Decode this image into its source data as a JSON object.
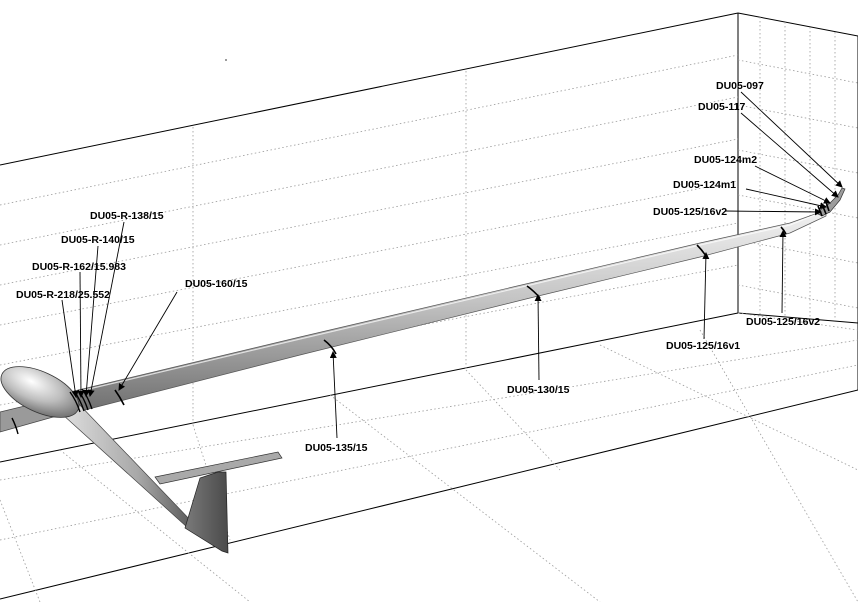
{
  "labels": {
    "du05_097": "DU05-097",
    "du05_117": "DU05-117",
    "du05_124m2": "DU05-124m2",
    "du05_124m1": "DU05-124m1",
    "du05_125_16v2_tip": "DU05-125/16v2",
    "du05_125_16v2_outer": "DU05-125/16v2",
    "du05_125_16v1": "DU05-125/16v1",
    "du05_130_15": "DU05-130/15",
    "du05_135_15": "DU05-135/15",
    "du05_160_15": "DU05-160/15",
    "du05_r_138_15": "DU05-R-138/15",
    "du05_r_140_15": "DU05-R-140/15",
    "du05_r_162_15_983": "DU05-R-162/15.983",
    "du05_r_218_25_552": "DU05-R-218/25.552"
  },
  "colors": {
    "wing_light": "#e9e9e9",
    "wing_mid": "#b4b4b4",
    "wing_dark": "#6e6e6e",
    "grid": "#9a9a9a",
    "box": "#000000"
  }
}
